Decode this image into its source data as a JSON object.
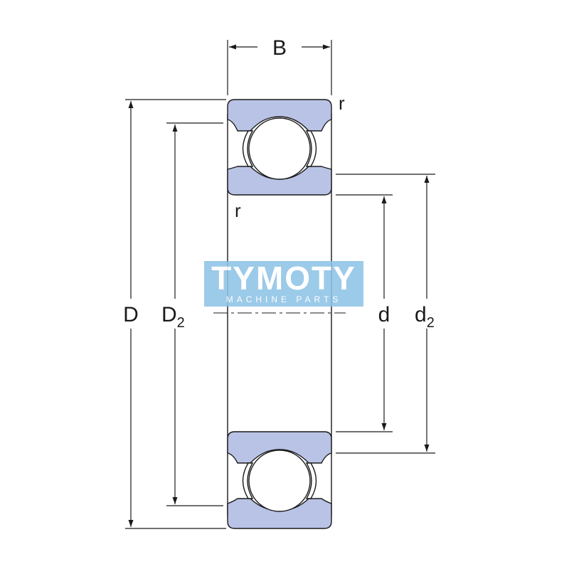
{
  "labels": {
    "width": "B",
    "radius_top": "r",
    "radius_inner": "r",
    "outer_diameter": "D",
    "outer_shoulder_main": "D",
    "outer_shoulder_sub": "2",
    "bore": "d",
    "inner_shoulder_main": "d",
    "inner_shoulder_sub": "2"
  },
  "watermark": {
    "title": "TYMOTY",
    "subtitle": "MACHINE PARTS"
  },
  "colors": {
    "ring_fill": "#b9c3e6",
    "line": "#1a1a1a",
    "watermark_bg": "#8fc3e6"
  }
}
